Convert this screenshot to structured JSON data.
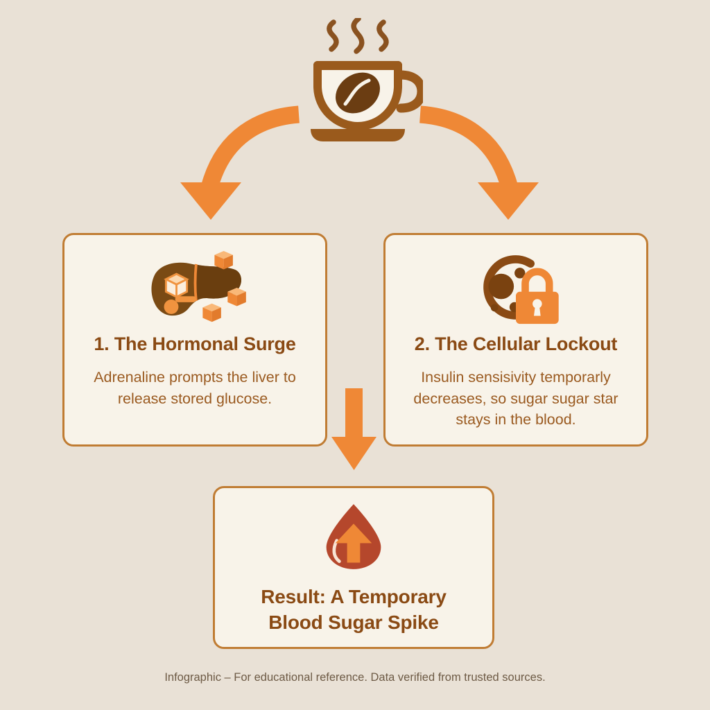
{
  "theme": {
    "background": "#e9e1d6",
    "card_fill": "#f8f3e9",
    "card_border": "#c07c33",
    "accent_orange": "#ef8836",
    "deep_brown": "#8a4a14",
    "body_brown": "#9a5a20",
    "blood_red": "#b5472c",
    "footer_text": "#6d5a45"
  },
  "header": {
    "icon": "coffee-cup-icon",
    "icon_label": "Coffee cup with steam and coffee bean"
  },
  "arrows": {
    "left": "curved-arrow-down-left",
    "right": "curved-arrow-down-right",
    "middle": "straight-arrow-down"
  },
  "cards": [
    {
      "id": "hormonal-surge",
      "icon": "liver-with-sugar-cubes-icon",
      "title": "1. The Hormonal Surge",
      "body": "Adrenaline prompts the liver to release stored glucose."
    },
    {
      "id": "cellular-lockout",
      "icon": "cell-with-padlock-icon",
      "title": "2. The Cellular Lockout",
      "body": "Insulin sensisivity temporarly decreases, so sugar sugar star stays in the blood."
    }
  ],
  "result": {
    "id": "blood-sugar-spike",
    "icon": "blood-drop-up-arrow-icon",
    "title_line_1": "Result: A Temporary",
    "title_line_2": "Blood Sugar Spike"
  },
  "footer": {
    "text": "Infographic – For educational reference. Data verified from trusted sources."
  }
}
